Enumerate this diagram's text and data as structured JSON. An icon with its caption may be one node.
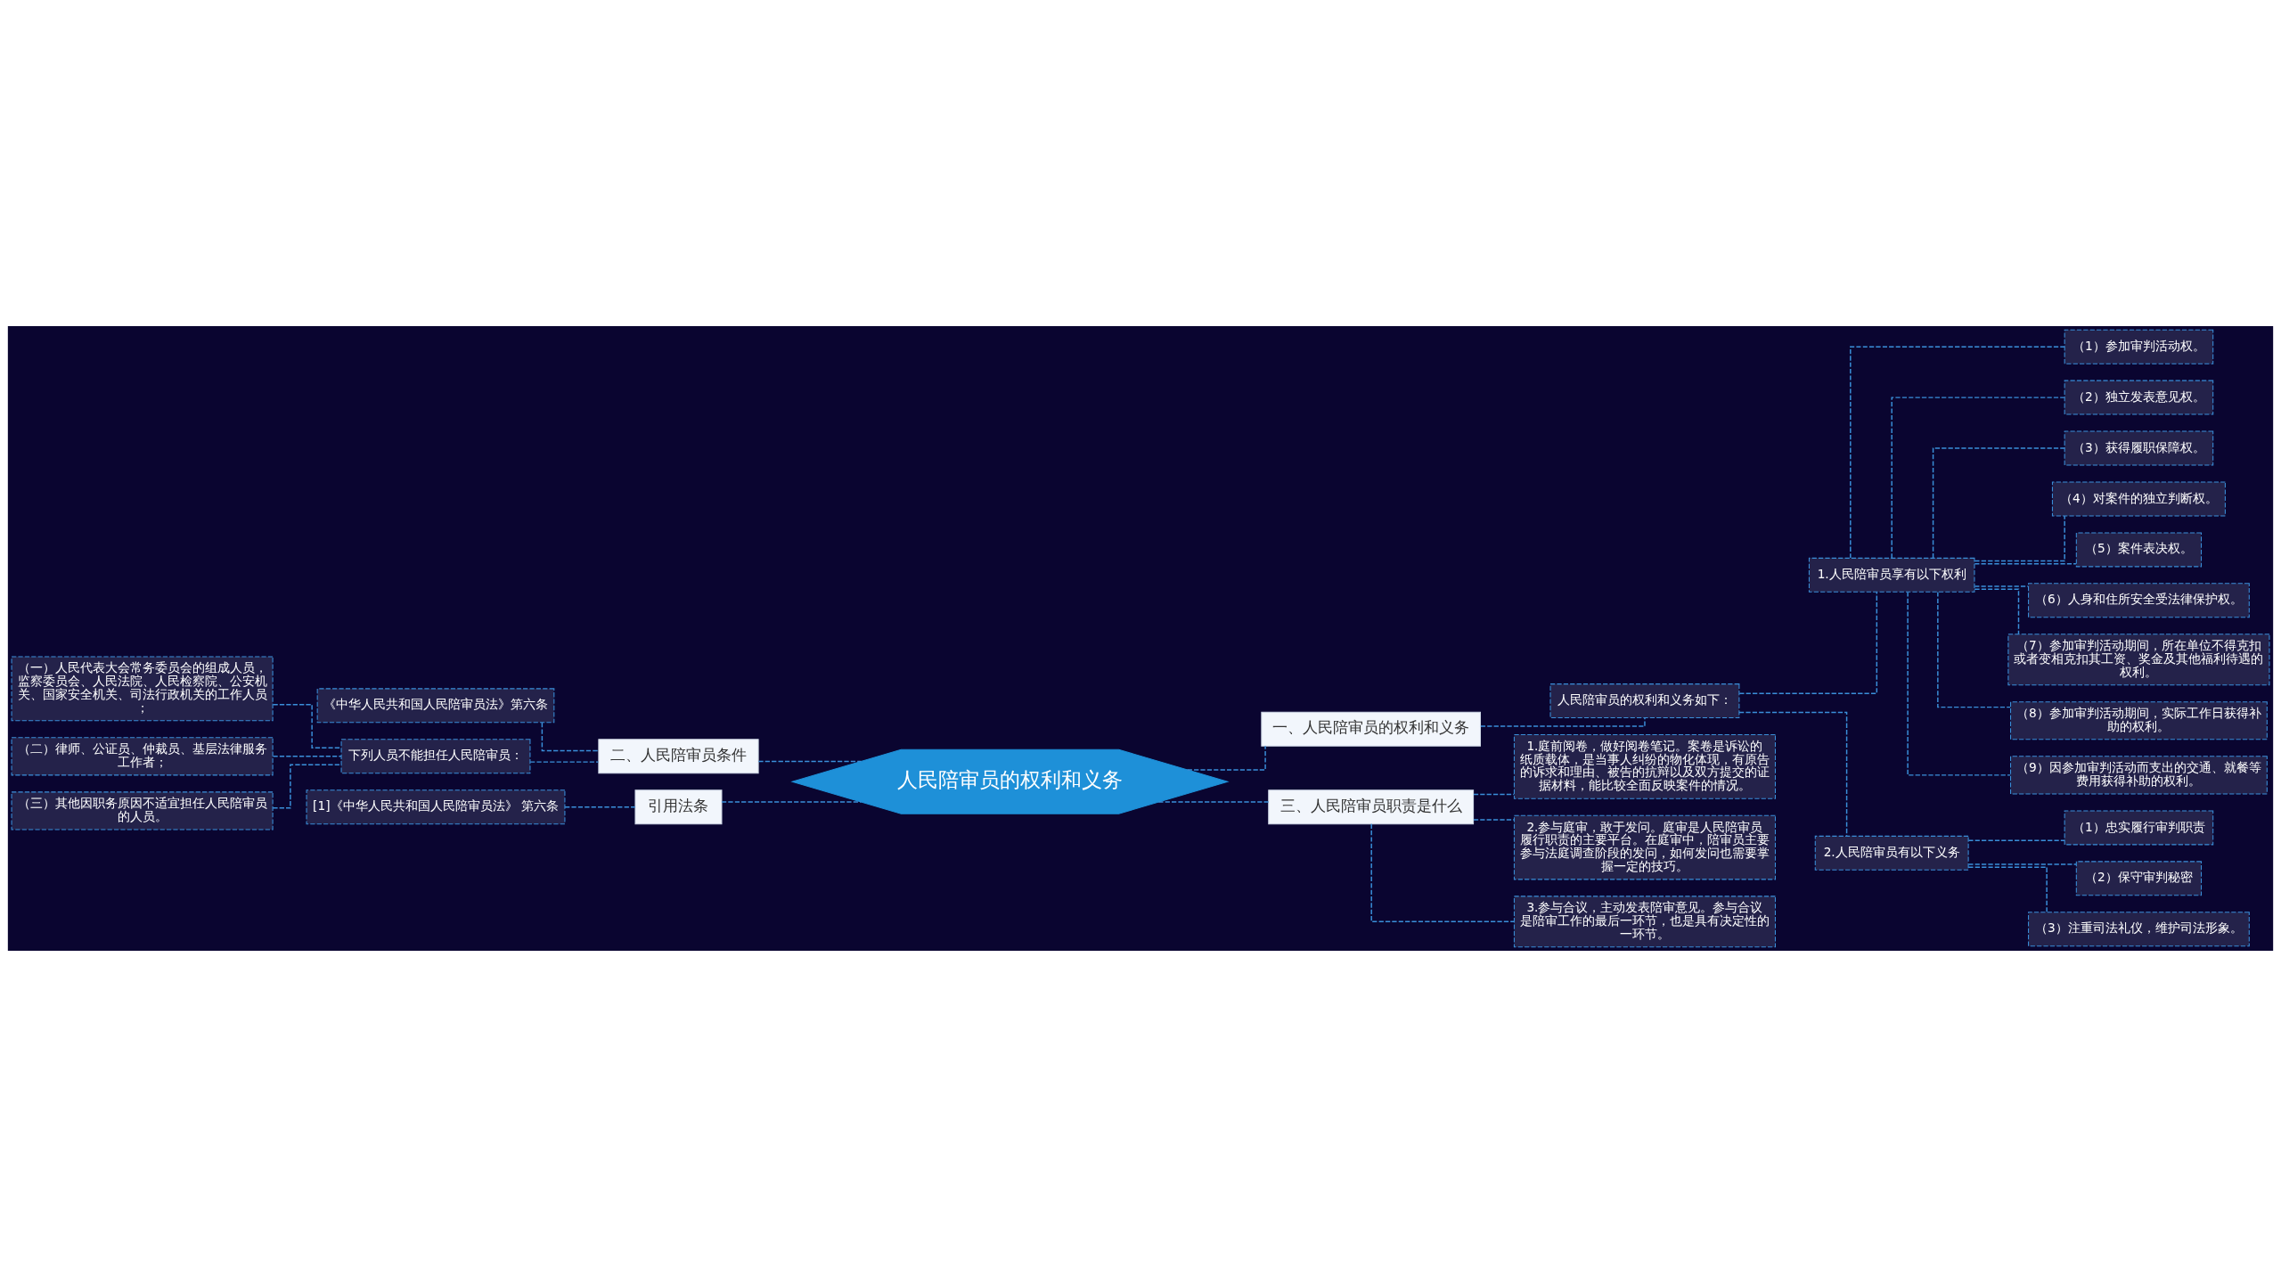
{
  "diagram": {
    "nodes": [
      {
        "text": [
          "人民陪审员的权利和义务"
        ]
      },
      {
        "text": [
          "一、人民陪审员的权利和义务"
        ]
      },
      {
        "text": [
          "人民陪审员的权利和义务如下："
        ]
      },
      {
        "text": [
          "1.人民陪审员享有以下权利"
        ]
      },
      {
        "text": [
          "（1）参加审判活动权。"
        ]
      },
      {
        "text": [
          "（2）独立发表意见权。"
        ]
      },
      {
        "text": [
          "（3）获得履职保障权。"
        ]
      },
      {
        "text": [
          "（4）对案件的独立判断权。"
        ]
      },
      {
        "text": [
          "（5）案件表决权。"
        ]
      },
      {
        "text": [
          "（6）人身和住所安全受法律保护权。"
        ]
      },
      {
        "text": [
          "（7）参加审判活动期间，所在单位不得克扣或者变相克扣其工资、奖金及其他福利待遇的权利。"
        ]
      },
      {
        "text": [
          "（8）参加审判活动期间，实际工作日获得补助的权利。"
        ]
      },
      {
        "text": [
          "（9）因参加审判活动而支出的交通、就餐等费用获得补助的权利。"
        ]
      },
      {
        "text": [
          "2.人民陪审员有以下义务"
        ]
      },
      {
        "text": [
          "（1）忠实履行审判职责"
        ]
      },
      {
        "text": [
          "（2）保守审判秘密"
        ]
      },
      {
        "text": [
          "（3）注重司法礼仪，维护司法形象。"
        ]
      },
      {
        "text": [
          "三、人民陪审员职责是什么"
        ]
      },
      {
        "text": [
          "1.庭前阅卷，做好阅卷笔记。案卷是诉讼的纸质载体，是当事人纠纷的物化体现，有原告的诉求和理由、被告的抗辩以及双方提交的证据材料，能比较全面反映案件的情况。"
        ]
      },
      {
        "text": [
          "2.参与庭审，敢于发问。庭审是人民陪审员履行职责的主要平台。在庭审中，陪审员主要参与法庭调查阶段的发问，如何发问也需要掌握一定的技巧。"
        ]
      },
      {
        "text": [
          "3.参与合议，主动发表陪审意见。参与合议是陪审工作的最后一环节，也是具有决定性的一环节。"
        ]
      },
      {
        "text": [
          "二、人民陪审员条件"
        ]
      },
      {
        "text": [
          "《中华人民共和国人民陪审员法》第六条"
        ]
      },
      {
        "text": [
          "下列人员不能担任人民陪审员："
        ]
      },
      {
        "text": [
          "（一）人民代表大会常务委员会的组成人员，监察委员会、人民法院、人民检察院、公安机关、国家安全机关、司法行政机关的工作人员；"
        ]
      },
      {
        "text": [
          "（二）律师、公证员、仲裁员、基层法律服务工作者；"
        ]
      },
      {
        "text": [
          "（三）其他因职务原因不适宜担任人民陪审员的人员。"
        ]
      },
      {
        "text": [
          "引用法条"
        ]
      },
      {
        "text": [
          "[1]《中华人民共和国人民陪审员法》 第六条"
        ]
      }
    ],
    "edges": [
      {
        "from": 0,
        "to": 1,
        "arrow": "none"
      },
      {
        "from": 1,
        "to": 2,
        "arrow": "none"
      },
      {
        "from": 2,
        "to": 3,
        "arrow": "none"
      },
      {
        "from": 3,
        "to": 4,
        "arrow": "none"
      },
      {
        "from": 3,
        "to": 5,
        "arrow": "none"
      },
      {
        "from": 3,
        "to": 6,
        "arrow": "none"
      },
      {
        "from": 3,
        "to": 7,
        "arrow": "none"
      },
      {
        "from": 3,
        "to": 8,
        "arrow": "none"
      },
      {
        "from": 3,
        "to": 9,
        "arrow": "none"
      },
      {
        "from": 3,
        "to": 10,
        "arrow": "none"
      },
      {
        "from": 3,
        "to": 11,
        "arrow": "none"
      },
      {
        "from": 3,
        "to": 12,
        "arrow": "none"
      },
      {
        "from": 2,
        "to": 13,
        "arrow": "none"
      },
      {
        "from": 13,
        "to": 14,
        "arrow": "none"
      },
      {
        "from": 13,
        "to": 15,
        "arrow": "none"
      },
      {
        "from": 13,
        "to": 16,
        "arrow": "none"
      },
      {
        "from": 0,
        "to": 17,
        "arrow": "none"
      },
      {
        "from": 17,
        "to": 18,
        "arrow": "none"
      },
      {
        "from": 17,
        "to": 19,
        "arrow": "none"
      },
      {
        "from": 17,
        "to": 20,
        "arrow": "none"
      },
      {
        "from": 0,
        "to": 21,
        "arrow": "none"
      },
      {
        "from": 21,
        "to": 22,
        "arrow": "none"
      },
      {
        "from": 21,
        "to": 23,
        "arrow": "none"
      },
      {
        "from": 23,
        "to": 24,
        "arrow": "none"
      },
      {
        "from": 23,
        "to": 25,
        "arrow": "none"
      },
      {
        "from": 23,
        "to": 26,
        "arrow": "none"
      },
      {
        "from": 0,
        "to": 27,
        "arrow": "none"
      },
      {
        "from": 27,
        "to": 28,
        "arrow": "none"
      }
    ]
  }
}
